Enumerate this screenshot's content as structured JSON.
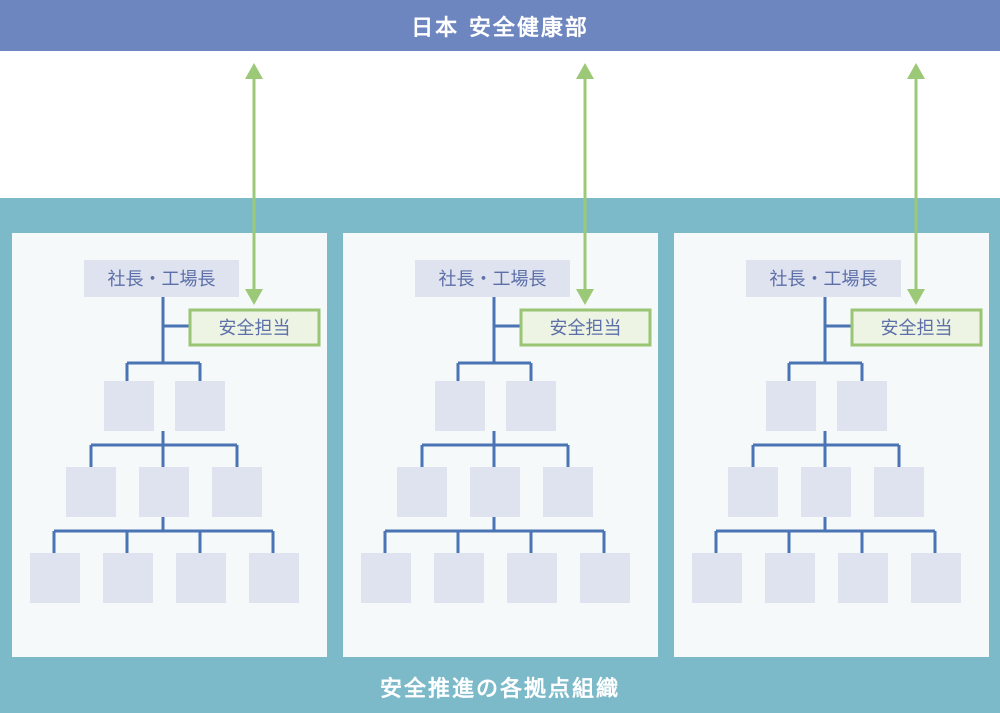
{
  "header": {
    "title": "日本 安全健康部"
  },
  "footer": {
    "label": "安全推進の各拠点組織"
  },
  "panels": [
    {
      "president_label": "社長・工場長",
      "safety_label": "安全担当"
    },
    {
      "president_label": "社長・工場長",
      "safety_label": "安全担当"
    },
    {
      "president_label": "社長・工場長",
      "safety_label": "安全担当"
    }
  ],
  "colors": {
    "header_bg": "#6e86bf",
    "region_bg": "#7cbac9",
    "panel_bg": "#f5f9fa",
    "node_fill": "#dfe3ef",
    "tree_line": "#4a74b4",
    "arrow": "#9cc977",
    "safety_border": "#99c574"
  }
}
